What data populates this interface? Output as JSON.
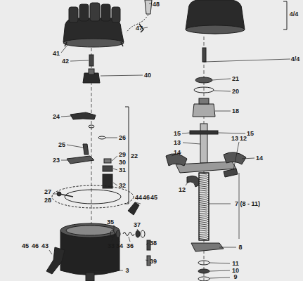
{
  "diagram": {
    "labels": [
      "48",
      "47",
      "41",
      "42",
      "40",
      "24",
      "26",
      "22",
      "25",
      "23",
      "29",
      "30",
      "31",
      "32",
      "27",
      "28",
      "44",
      "46",
      "45",
      "37",
      "35",
      "33",
      "34",
      "36",
      "38",
      "39",
      "45",
      "46",
      "43",
      "3",
      "4/4",
      "4/4",
      "21",
      "20",
      "18",
      "15",
      "15",
      "13",
      "13",
      "12",
      "14",
      "14",
      "12",
      "7 (8 - 11)",
      "8",
      "11",
      "10",
      "9"
    ]
  }
}
